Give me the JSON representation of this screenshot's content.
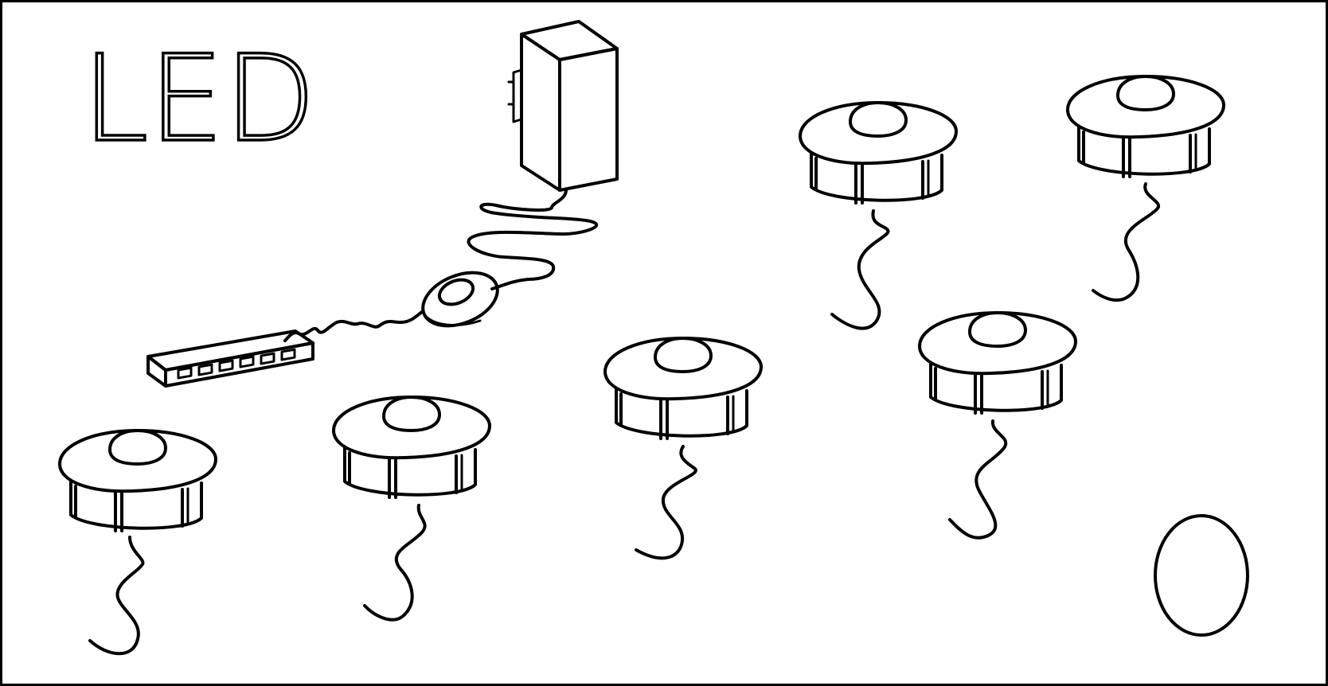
{
  "title": "LED",
  "count_label": "0",
  "components": {
    "driver": "power-supply-driver-icon",
    "splitter": "distribution-block-icon",
    "switch": "inline-switch-icon",
    "light": "recessed-downlight-icon"
  },
  "light_count": 6,
  "distribution_ports": 6,
  "colors": {
    "line": "#000000",
    "background": "#ffffff"
  }
}
